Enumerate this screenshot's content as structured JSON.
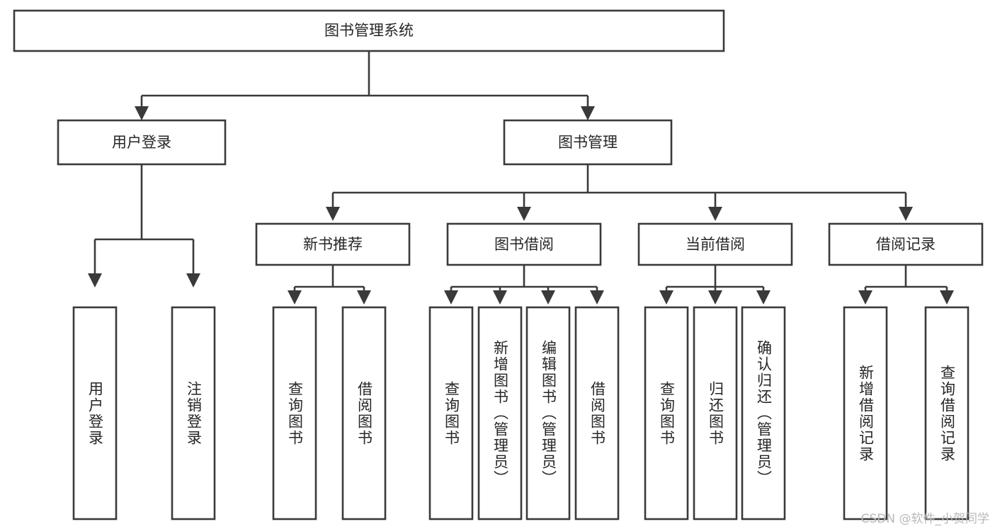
{
  "diagram": {
    "title": "图书管理系统",
    "type": "tree",
    "watermark": "CSDN @软件_小贺同学",
    "colors": {
      "box_stroke": "#3a3a3a",
      "box_fill": "#ffffff",
      "text": "#262626",
      "connector": "#3a3a3a",
      "watermark": "#b9b9b9",
      "background": "#ffffff"
    },
    "root": {
      "label": "图书管理系统",
      "orientation": "horizontal"
    },
    "level1": [
      {
        "label": "用户登录",
        "orientation": "horizontal"
      },
      {
        "label": "图书管理",
        "orientation": "horizontal"
      }
    ],
    "level2": [
      {
        "label": "新书推荐",
        "orientation": "horizontal",
        "parent": "图书管理"
      },
      {
        "label": "图书借阅",
        "orientation": "horizontal",
        "parent": "图书管理"
      },
      {
        "label": "当前借阅",
        "orientation": "horizontal",
        "parent": "图书管理"
      },
      {
        "label": "借阅记录",
        "orientation": "horizontal",
        "parent": "图书管理"
      }
    ],
    "leaves": [
      {
        "label": "用户登录",
        "orientation": "vertical",
        "parent": "用户登录"
      },
      {
        "label": "注销登录",
        "orientation": "vertical",
        "parent": "用户登录"
      },
      {
        "label": "查询图书",
        "orientation": "vertical",
        "parent": "新书推荐"
      },
      {
        "label": "借阅图书",
        "orientation": "vertical",
        "parent": "新书推荐"
      },
      {
        "label": "查询图书",
        "orientation": "vertical",
        "parent": "图书借阅"
      },
      {
        "label": "新增图书（管理员）",
        "orientation": "vertical",
        "parent": "图书借阅"
      },
      {
        "label": "编辑图书（管理员）",
        "orientation": "vertical",
        "parent": "图书借阅"
      },
      {
        "label": "借阅图书",
        "orientation": "vertical",
        "parent": "图书借阅"
      },
      {
        "label": "查询图书",
        "orientation": "vertical",
        "parent": "当前借阅"
      },
      {
        "label": "归还图书",
        "orientation": "vertical",
        "parent": "当前借阅"
      },
      {
        "label": "确认归还（管理员）",
        "orientation": "vertical",
        "parent": "当前借阅"
      },
      {
        "label": "新增借阅记录",
        "orientation": "vertical",
        "parent": "借阅记录"
      },
      {
        "label": "查询借阅记录",
        "orientation": "vertical",
        "parent": "借阅记录"
      }
    ]
  }
}
